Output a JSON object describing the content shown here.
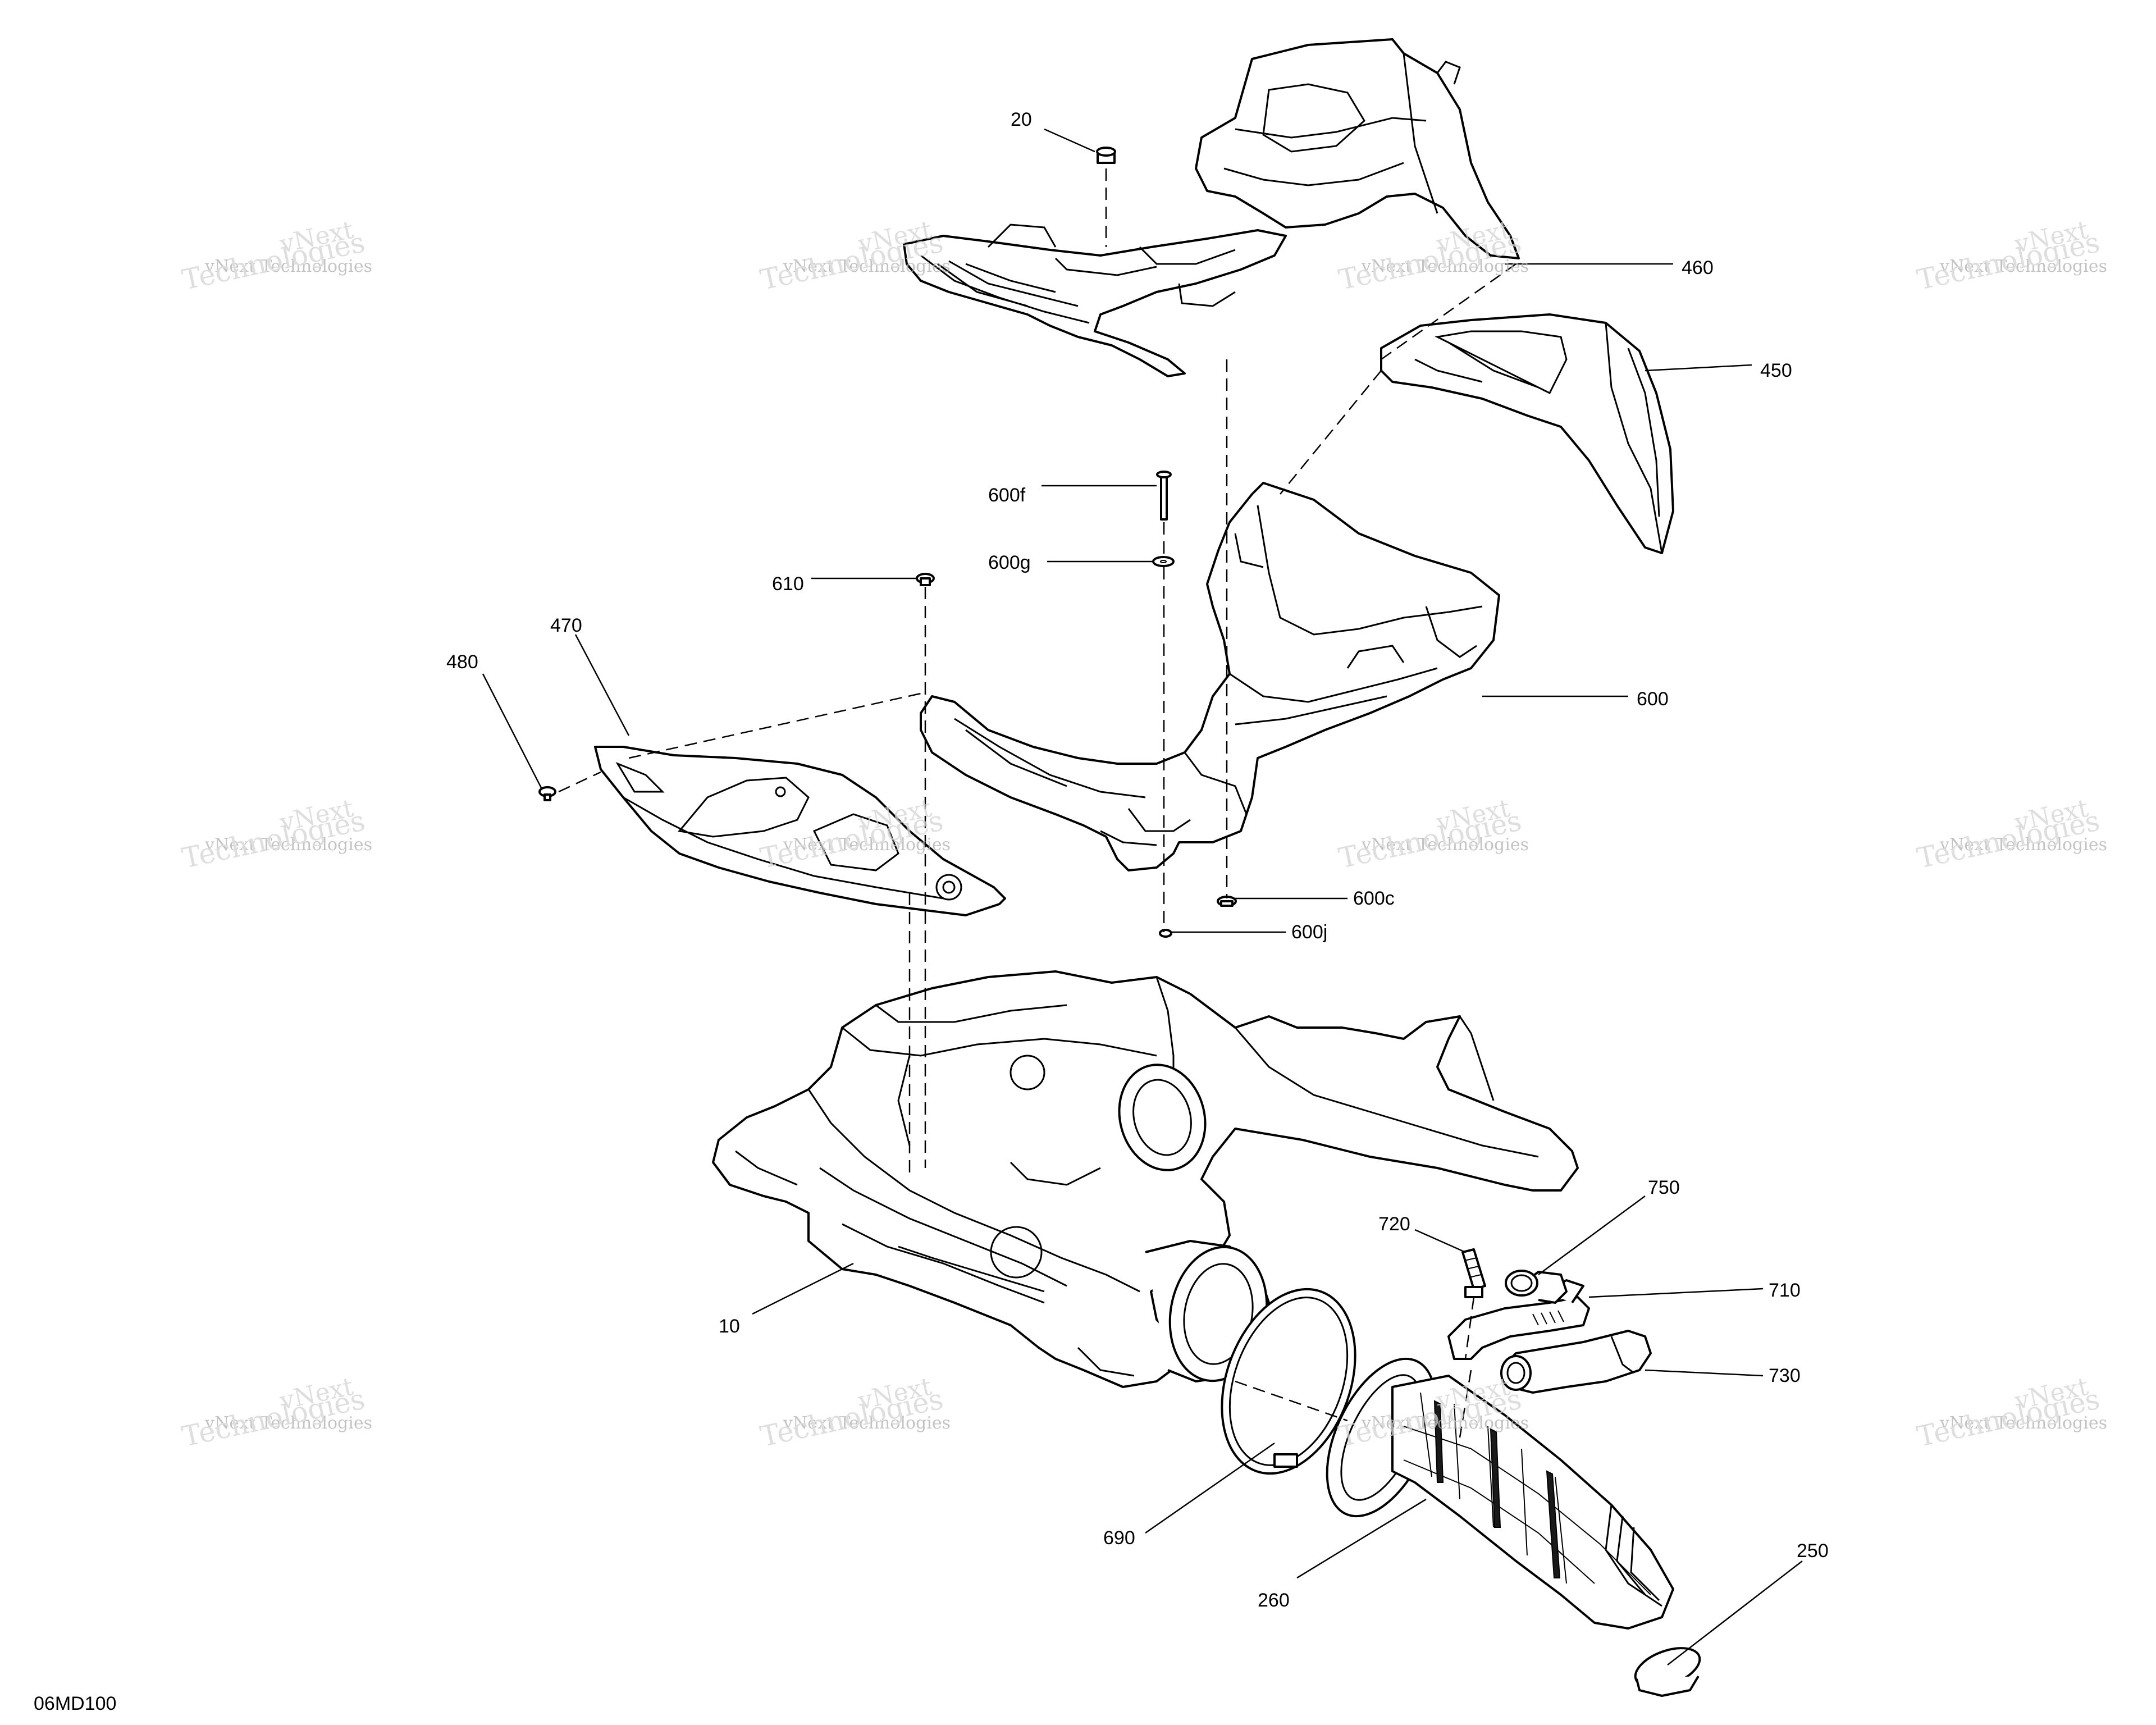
{
  "diagram": {
    "code": "06MD100",
    "callouts": [
      "20",
      "460",
      "450",
      "600f",
      "600g",
      "610",
      "470",
      "480",
      "600",
      "600c",
      "600j",
      "10",
      "720",
      "750",
      "710",
      "730",
      "690",
      "260",
      "250"
    ]
  },
  "watermark": {
    "line1": "vNext Technologies",
    "line2": "Technologies",
    "line0": "vNext"
  },
  "colors": {
    "line": "#000000",
    "watermark": "#b0b0b0",
    "background": "#ffffff"
  }
}
